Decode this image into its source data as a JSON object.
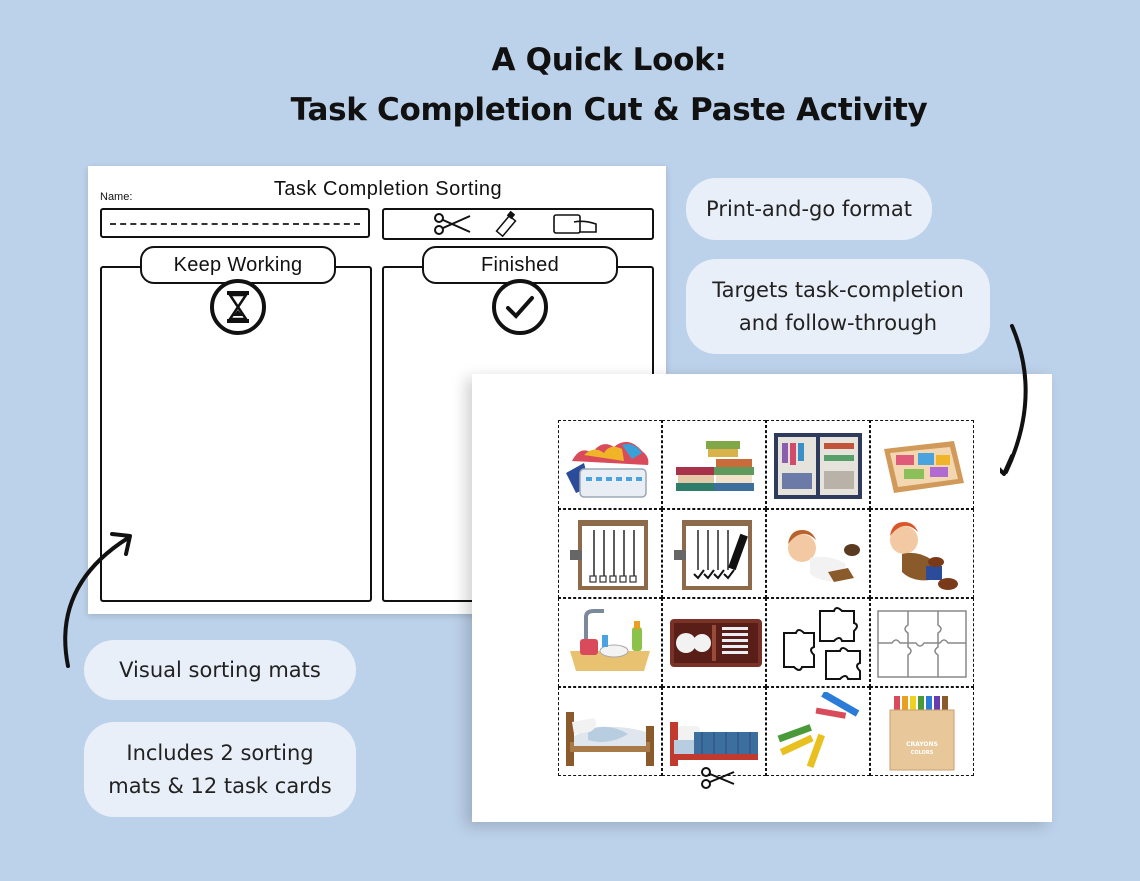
{
  "header": {
    "line1": "A Quick Look:",
    "line2": "Task Completion Cut & Paste Activity"
  },
  "worksheet": {
    "name_label": "Name:",
    "title": "Task Completion Sorting",
    "tool_icons": [
      "scissors-icon",
      "glue-stick-icon",
      "hand-card-icon"
    ],
    "columns": [
      {
        "label": "Keep Working",
        "icon": "hourglass-icon"
      },
      {
        "label": "Finished",
        "icon": "checkmark-icon"
      }
    ]
  },
  "task_cards": {
    "count": 16,
    "cards": [
      {
        "icon": "laundry-basket-icon"
      },
      {
        "icon": "folded-clothes-icon"
      },
      {
        "icon": "messy-closet-icon"
      },
      {
        "icon": "messy-drawer-icon"
      },
      {
        "icon": "clipboard-empty-icon"
      },
      {
        "icon": "clipboard-checked-icon"
      },
      {
        "icon": "boy-tying-shoes-icon"
      },
      {
        "icon": "boy-shoes-on-icon"
      },
      {
        "icon": "dirty-dishes-icon"
      },
      {
        "icon": "dish-rack-icon"
      },
      {
        "icon": "puzzle-pieces-icon"
      },
      {
        "icon": "puzzle-complete-icon"
      },
      {
        "icon": "unmade-bed-icon"
      },
      {
        "icon": "made-bed-icon"
      },
      {
        "icon": "scattered-crayons-icon"
      },
      {
        "icon": "crayon-box-icon"
      }
    ],
    "crayon_box_label_1": "CRAYONS",
    "crayon_box_label_2": "COLORS"
  },
  "callouts": {
    "print": "Print-and-go format",
    "targets_line1": "Targets task-completion",
    "targets_line2": "and follow-through",
    "visual": "Visual sorting mats",
    "includes_line1": "Includes 2 sorting",
    "includes_line2": "mats & 12 task cards"
  },
  "colors": {
    "background": "#bcd1ea",
    "pill": "#e9eff8"
  }
}
